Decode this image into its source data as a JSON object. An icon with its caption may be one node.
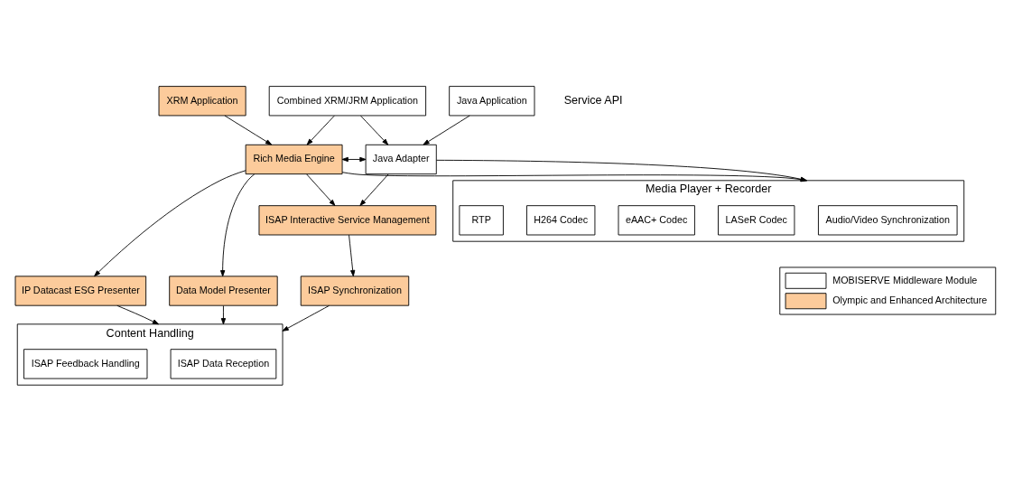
{
  "diagram": {
    "nodes": [
      {
        "text": [
          "XRM Application"
        ]
      },
      {
        "text": [
          "Combined XRM/JRM Application"
        ]
      },
      {
        "text": [
          "Java Application"
        ]
      },
      {
        "text": [
          "Rich Media Engine"
        ]
      },
      {
        "text": [
          "Java Adapter"
        ]
      },
      {
        "text": [
          "Data Model Presenter"
        ]
      },
      {
        "text": [
          "IP Datacast ESG Presenter"
        ]
      },
      {
        "text": [
          "ISAP Interactive Service Management"
        ]
      },
      {
        "text": [
          "ISAP Synchronization"
        ]
      },
      {
        "text": [
          "Media Player + Recorder"
        ]
      },
      {
        "text": [
          "Audio/Video Synchronization"
        ],
        "in": 9
      },
      {
        "text": [
          "LASeR Codec"
        ],
        "in": 9
      },
      {
        "text": [
          "eAAC+ Codec"
        ],
        "in": 9
      },
      {
        "text": [
          "H264 Codec"
        ],
        "in": 9
      },
      {
        "text": [
          "RTP"
        ],
        "in": 9
      },
      {
        "text": [
          "Content Handling"
        ]
      },
      {
        "text": [
          "ISAP Data Reception"
        ],
        "in": 15
      },
      {
        "text": [
          "ISAP Feedback Handling"
        ],
        "in": 15
      }
    ],
    "edges": [
      {
        "from": 0,
        "to": 3,
        "arrow": "to"
      },
      {
        "from": 1,
        "to": 3,
        "arrow": "to"
      },
      {
        "from": 1,
        "to": 4,
        "arrow": "to"
      },
      {
        "from": 2,
        "to": 4,
        "arrow": "to"
      },
      {
        "from": 3,
        "to": 4,
        "arrow": "both"
      },
      {
        "from": 3,
        "to": 5,
        "arrow": "to"
      },
      {
        "from": 3,
        "to": 6,
        "arrow": "to"
      },
      {
        "from": 3,
        "to": 7,
        "arrow": "to"
      },
      {
        "from": 3,
        "to": 9,
        "arrow": "to"
      },
      {
        "from": 4,
        "to": 7,
        "arrow": "to"
      },
      {
        "from": 4,
        "to": 9,
        "arrow": "to"
      },
      {
        "from": 7,
        "to": 8,
        "arrow": "to"
      },
      {
        "from": 5,
        "to": 15,
        "arrow": "to"
      },
      {
        "from": 6,
        "to": 15,
        "arrow": "to"
      },
      {
        "from": 8,
        "to": 15,
        "arrow": "to"
      }
    ],
    "labels": [
      "Service API"
    ],
    "legend": [
      {
        "text": "MOBISERVE Middleware Module",
        "color": "#ffffff"
      },
      {
        "text": "Olympic and Enhanced Architecture",
        "color": "#fccb9b"
      }
    ]
  }
}
